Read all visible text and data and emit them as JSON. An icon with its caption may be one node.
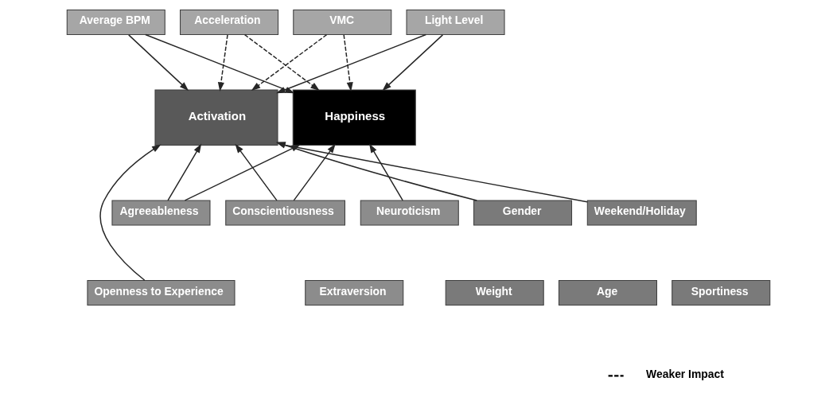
{
  "diagram": {
    "nodes": [
      {
        "text": [
          "Average BPM"
        ]
      },
      {
        "text": [
          "Acceleration"
        ]
      },
      {
        "text": [
          "VMC"
        ]
      },
      {
        "text": [
          "Light Level"
        ]
      },
      {
        "text": [
          "Activation"
        ]
      },
      {
        "text": [
          "Happiness"
        ]
      },
      {
        "text": [
          "Agreeableness"
        ]
      },
      {
        "text": [
          "Conscientiousness"
        ]
      },
      {
        "text": [
          "Neuroticism"
        ]
      },
      {
        "text": [
          "Gender"
        ]
      },
      {
        "text": [
          "Weekend/Holiday"
        ]
      },
      {
        "text": [
          "Openness to Experience"
        ]
      },
      {
        "text": [
          "Extraversion"
        ]
      },
      {
        "text": [
          "Weight"
        ]
      },
      {
        "text": [
          "Age"
        ]
      },
      {
        "text": [
          "Sportiness"
        ]
      }
    ],
    "edges": [
      {
        "from": 0,
        "to": 4,
        "arrow": "to"
      },
      {
        "from": 0,
        "to": 5,
        "arrow": "to"
      },
      {
        "from": 1,
        "to": 4,
        "arrow": "to",
        "style": "dashed"
      },
      {
        "from": 1,
        "to": 5,
        "arrow": "to",
        "style": "dashed"
      },
      {
        "from": 2,
        "to": 4,
        "arrow": "to",
        "style": "dashed"
      },
      {
        "from": 2,
        "to": 5,
        "arrow": "to",
        "style": "dashed"
      },
      {
        "from": 3,
        "to": 4,
        "arrow": "to"
      },
      {
        "from": 3,
        "to": 5,
        "arrow": "to"
      },
      {
        "from": 6,
        "to": 4,
        "arrow": "to"
      },
      {
        "from": 6,
        "to": 5,
        "arrow": "to"
      },
      {
        "from": 11,
        "to": 4,
        "arrow": "to"
      },
      {
        "from": 7,
        "to": 4,
        "arrow": "to"
      },
      {
        "from": 7,
        "to": 5,
        "arrow": "to"
      },
      {
        "from": 8,
        "to": 5,
        "arrow": "to"
      },
      {
        "from": 9,
        "to": 4,
        "arrow": "to"
      },
      {
        "from": 10,
        "to": 4,
        "arrow": "to"
      }
    ],
    "legend": [
      {
        "text": "Weaker Impact"
      }
    ]
  }
}
